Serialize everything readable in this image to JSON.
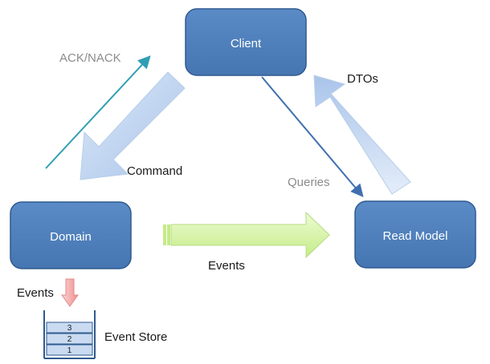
{
  "nodes": {
    "client": "Client",
    "domain": "Domain",
    "read_model": "Read Model"
  },
  "labels": {
    "ack_nack": "ACK/NACK",
    "command": "Command",
    "dtos": "DTOs",
    "queries": "Queries",
    "events_main": "Events",
    "events_store": "Events",
    "event_store": "Event Store"
  },
  "stack_items": [
    "3",
    "2",
    "1"
  ],
  "colors": {
    "node_fill": "#4f81bd",
    "node_stroke": "#2f5a8f",
    "blue_arrow_fill": "#c6d8f2",
    "green_arrow_fill": "#d6f3a6",
    "red_arrow_fill": "#f7b6b6",
    "ack_line": "#2f9eb3",
    "queries_line": "#3f6fb0"
  }
}
